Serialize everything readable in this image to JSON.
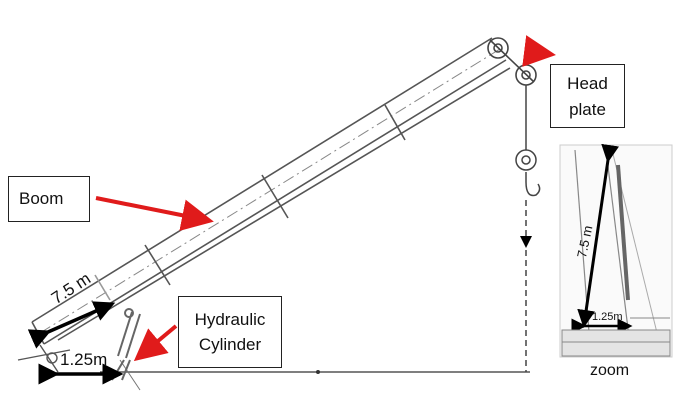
{
  "labels": {
    "boom": "Boom",
    "head_plate_line1": "Head",
    "head_plate_line2": "plate",
    "hydraulic_line1": "Hydraulic",
    "hydraulic_line2": "Cylinder",
    "boom_length": "7.5 m",
    "base_width": "1.25m",
    "zoom_length": "7.5 m",
    "zoom_width": "1.25m",
    "zoom": "zoom"
  },
  "colors": {
    "arrow": "#e01b1b",
    "line": "#111111",
    "sketch": "#555555"
  }
}
